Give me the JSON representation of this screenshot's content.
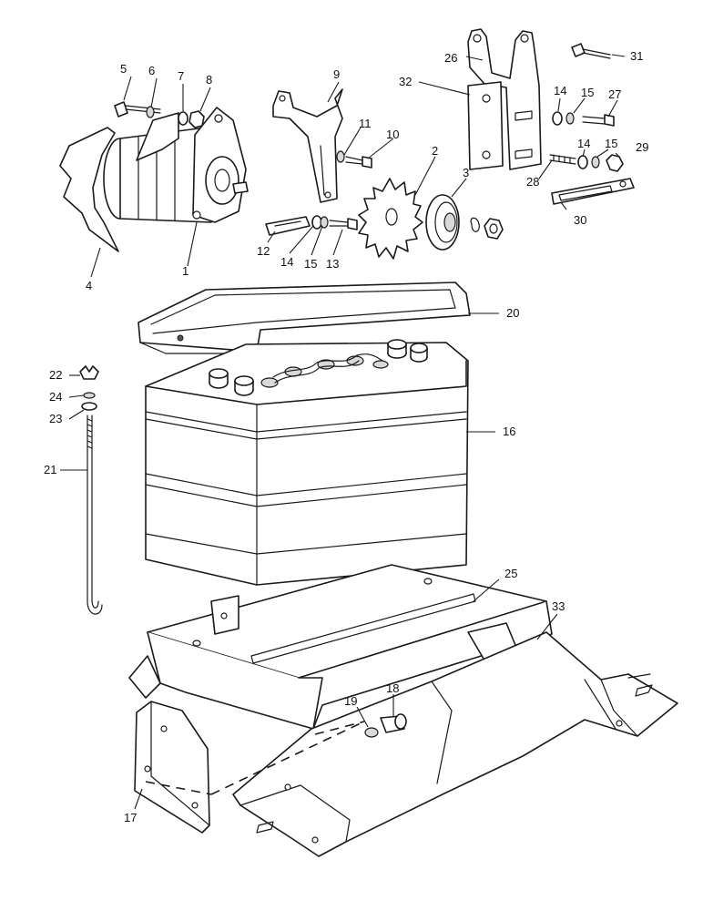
{
  "callouts": [
    {
      "id": "1",
      "label": "1"
    },
    {
      "id": "2",
      "label": "2"
    },
    {
      "id": "3",
      "label": "3"
    },
    {
      "id": "4",
      "label": "4"
    },
    {
      "id": "5",
      "label": "5"
    },
    {
      "id": "6",
      "label": "6"
    },
    {
      "id": "7",
      "label": "7"
    },
    {
      "id": "8",
      "label": "8"
    },
    {
      "id": "9",
      "label": "9"
    },
    {
      "id": "10",
      "label": "10"
    },
    {
      "id": "11",
      "label": "11"
    },
    {
      "id": "12",
      "label": "12"
    },
    {
      "id": "13",
      "label": "13"
    },
    {
      "id": "14a",
      "label": "14"
    },
    {
      "id": "15a",
      "label": "15"
    },
    {
      "id": "14b",
      "label": "14"
    },
    {
      "id": "15b",
      "label": "15"
    },
    {
      "id": "14c",
      "label": "14"
    },
    {
      "id": "15c",
      "label": "15"
    },
    {
      "id": "16",
      "label": "16"
    },
    {
      "id": "17",
      "label": "17"
    },
    {
      "id": "18",
      "label": "18"
    },
    {
      "id": "19",
      "label": "19"
    },
    {
      "id": "20",
      "label": "20"
    },
    {
      "id": "21",
      "label": "21"
    },
    {
      "id": "22",
      "label": "22"
    },
    {
      "id": "23",
      "label": "23"
    },
    {
      "id": "24",
      "label": "24"
    },
    {
      "id": "25",
      "label": "25"
    },
    {
      "id": "26",
      "label": "26"
    },
    {
      "id": "27",
      "label": "27"
    },
    {
      "id": "28",
      "label": "28"
    },
    {
      "id": "29",
      "label": "29"
    },
    {
      "id": "30",
      "label": "30"
    },
    {
      "id": "31",
      "label": "31"
    },
    {
      "id": "32",
      "label": "32"
    },
    {
      "id": "33",
      "label": "33"
    }
  ]
}
